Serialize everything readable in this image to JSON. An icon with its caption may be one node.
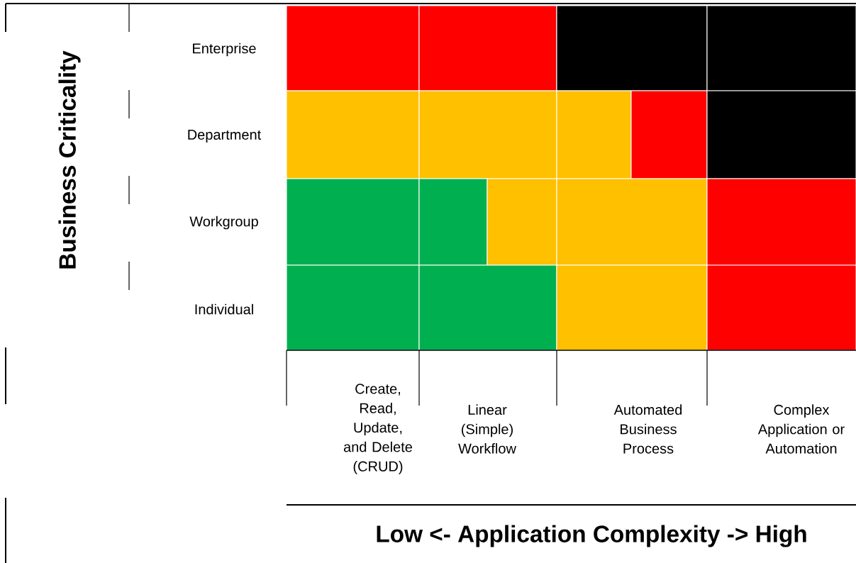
{
  "diagram": {
    "labels": [
      "Business Criticality",
      "Enterprise",
      "Department",
      "Workgroup",
      "Individual",
      "Create, Read, Update, and Delete (CRUD)",
      "Linear (Simple) Workflow",
      "Automated Business Process",
      "Complex Application or Automation",
      "Low <- Application Complexity -> High"
    ]
  }
}
